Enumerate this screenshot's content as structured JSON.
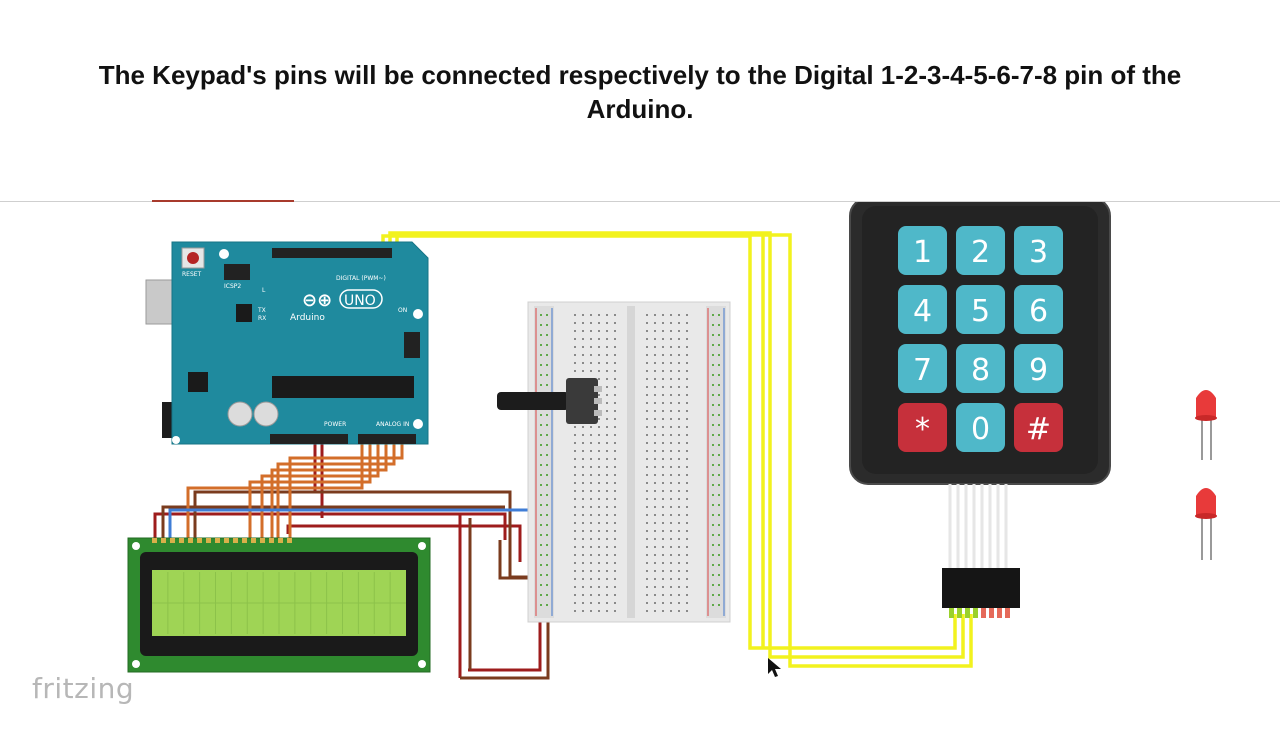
{
  "caption": {
    "line1": "The Keypad's pins will be connected respectively to the Digital 1-2-3-4-5-6-7-8 pin of the",
    "line2": "Arduino."
  },
  "arduino": {
    "logo_symbol": "⊖⊕",
    "model": "UNO",
    "brand": "Arduino",
    "reset_label": "RESET",
    "icsp_label": "ICSP2",
    "digital_label": "DIGITAL (PWM~)",
    "power_label": "POWER",
    "analog_label": "ANALOG IN",
    "on_label": "ON",
    "tx_label": "TX",
    "rx_label": "RX",
    "l_label": "L"
  },
  "keypad": {
    "keys": [
      "1",
      "2",
      "3",
      "4",
      "5",
      "6",
      "7",
      "8",
      "9",
      "*",
      "0",
      "#"
    ]
  },
  "colors": {
    "arduino_board": "#1f8a9e",
    "wire_yellow": "#f2f21e",
    "wire_red": "#9e1c1c",
    "wire_orange": "#d36e2a",
    "wire_brown": "#7a3b1e",
    "wire_blue": "#3f7dd6",
    "lcd_green": "#9fd455",
    "keypad_body": "#2b2b2b",
    "key_blue": "#4fb8c9",
    "key_red": "#c6303b"
  },
  "footer": {
    "brand": "fritzing"
  }
}
